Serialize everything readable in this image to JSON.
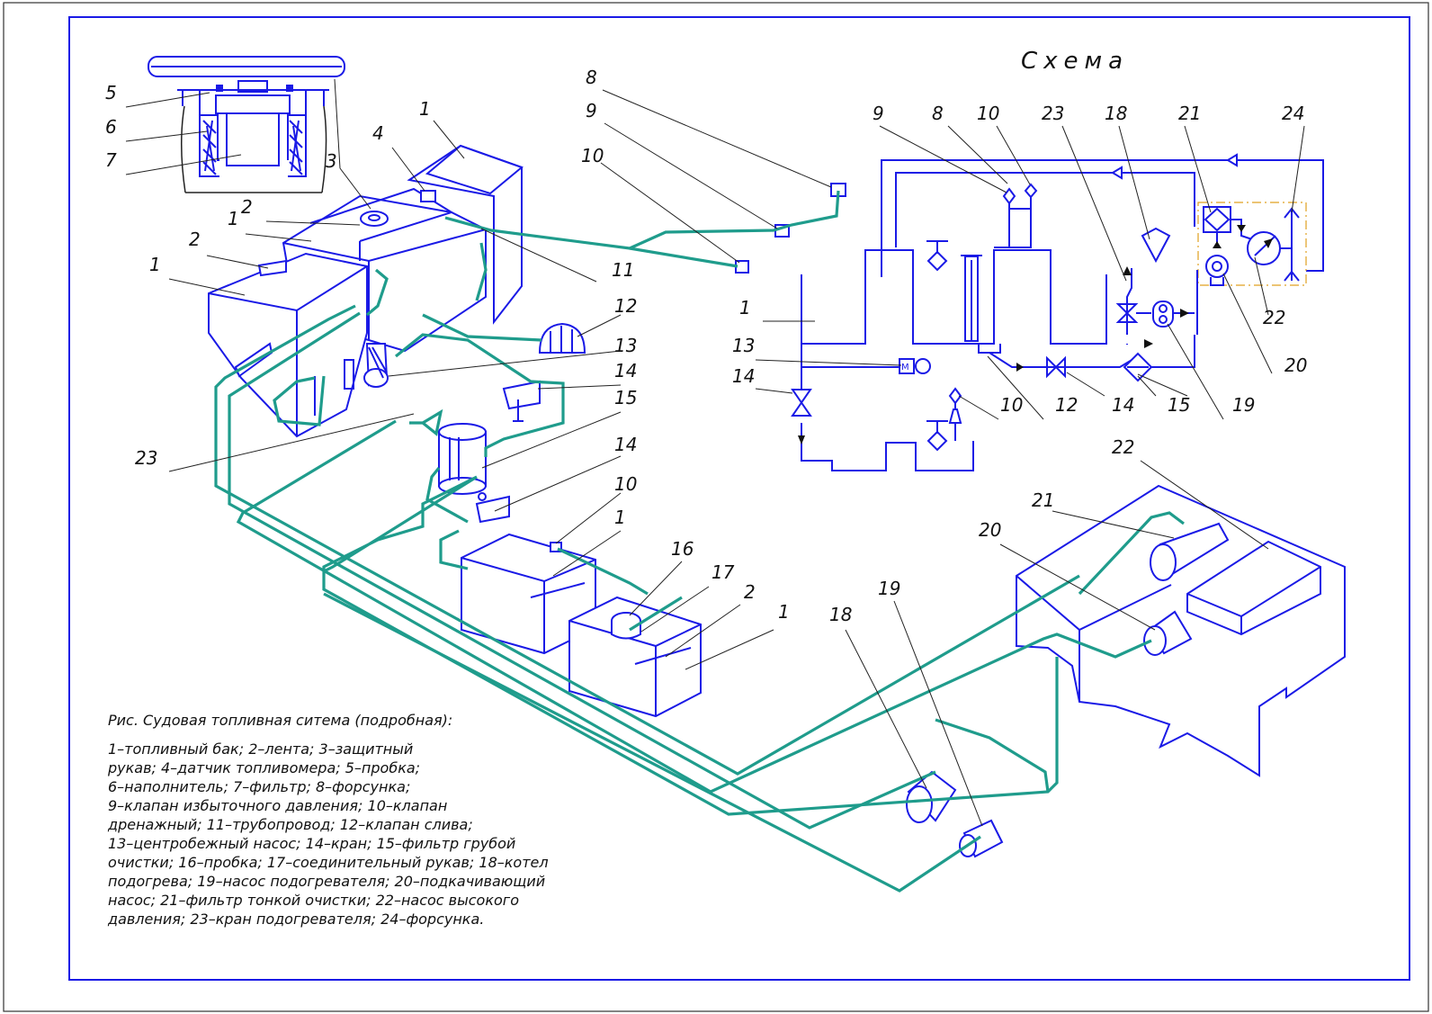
{
  "scheme_title": "Схема",
  "colors": {
    "outline": "#1a1ae6",
    "pipeline": "#1f9c8c",
    "text": "#111111",
    "frame": "#1a1ae6",
    "auxiliary_box": "#e0a020"
  },
  "labels": {
    "d5": "5",
    "d6": "6",
    "d7": "7",
    "d3": "3",
    "t4": "4",
    "t1a": "1",
    "t2a": "2",
    "t1b": "1",
    "t2b": "2",
    "t1c": "1",
    "t23": "23",
    "p8": "8",
    "p9": "9",
    "p10": "10",
    "p11": "11",
    "p12": "12",
    "p13": "13",
    "p14a": "14",
    "p15": "15",
    "p14b": "14",
    "p10b": "10",
    "p1b": "1",
    "p16": "16",
    "p17": "17",
    "p2c": "2",
    "p1c": "1",
    "p18": "18",
    "p19": "19",
    "p20": "20",
    "p21": "21",
    "p22": "22",
    "s9": "9",
    "s8": "8",
    "s10": "10",
    "s23": "23",
    "s18": "18",
    "s21": "21",
    "s24": "24",
    "s1": "1",
    "s13": "13",
    "s14": "14",
    "s10b": "10",
    "s12": "12",
    "s14b": "14",
    "s15": "15",
    "s19": "19",
    "s22": "22",
    "s20": "20"
  },
  "caption": {
    "title": "Рис.  Судовая топливная ситема (подробная):",
    "lines": [
      "1–топливный бак; 2–лента; 3–защитный",
      "рукав; 4–датчик топливомера; 5–пробка;",
      "6–наполнитель; 7–фильтр; 8–форсунка;",
      "9–клапан избыточного давления; 10–клапан",
      "дренажный; 11–трубопровод; 12–клапан слива;",
      "13–центробежный насос; 14–кран; 15–фильтр грубой",
      "очистки; 16–пробка; 17–соединительный рукав; 18–котел",
      "подогрева; 19–насос подогревателя; 20–подкачивающий",
      "насос; 21–фильтр тонкой очистки; 22–насос высокого",
      "давления; 23–кран подогревателя; 24–форсунка."
    ]
  }
}
